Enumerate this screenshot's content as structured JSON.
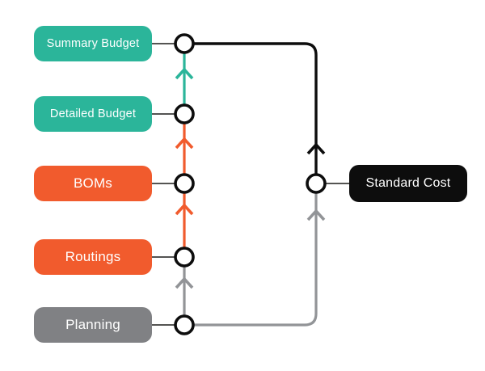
{
  "colors": {
    "teal": "#2bb59a",
    "orange": "#f15b2d",
    "gray_node": "#808184",
    "gray_wire": "#929497",
    "black": "#0d0d0d",
    "connector": "#3b3b3a",
    "node_text": "#ffffff",
    "background": "#ffffff"
  },
  "nodes": [
    {
      "id": "summary-budget",
      "label": "Summary Budget",
      "color": "#2bb59a"
    },
    {
      "id": "detailed-budget",
      "label": "Detailed Budget",
      "color": "#2bb59a"
    },
    {
      "id": "boms",
      "label": "BOMs",
      "color": "#f15b2d"
    },
    {
      "id": "routings",
      "label": "Routings",
      "color": "#f15b2d"
    },
    {
      "id": "planning",
      "label": "Planning",
      "color": "#808184"
    },
    {
      "id": "standard-cost",
      "label": "Standard Cost",
      "color": "#0d0d0d"
    }
  ],
  "edges": [
    {
      "from": "Planning",
      "to": "Routings",
      "color": "#929497",
      "direction": "up"
    },
    {
      "from": "Routings",
      "to": "BOMs",
      "color": "#f15b2d",
      "direction": "up"
    },
    {
      "from": "BOMs",
      "to": "Detailed Budget",
      "color": "#f15b2d",
      "direction": "up"
    },
    {
      "from": "Detailed Budget",
      "to": "Summary Budget",
      "color": "#2bb59a",
      "direction": "up"
    },
    {
      "from": "Planning",
      "to": "Standard Cost",
      "color": "#929497",
      "direction": "up"
    },
    {
      "from": "Standard Cost",
      "to": "Summary Budget",
      "color": "#0d0d0d",
      "direction": "up"
    }
  ]
}
